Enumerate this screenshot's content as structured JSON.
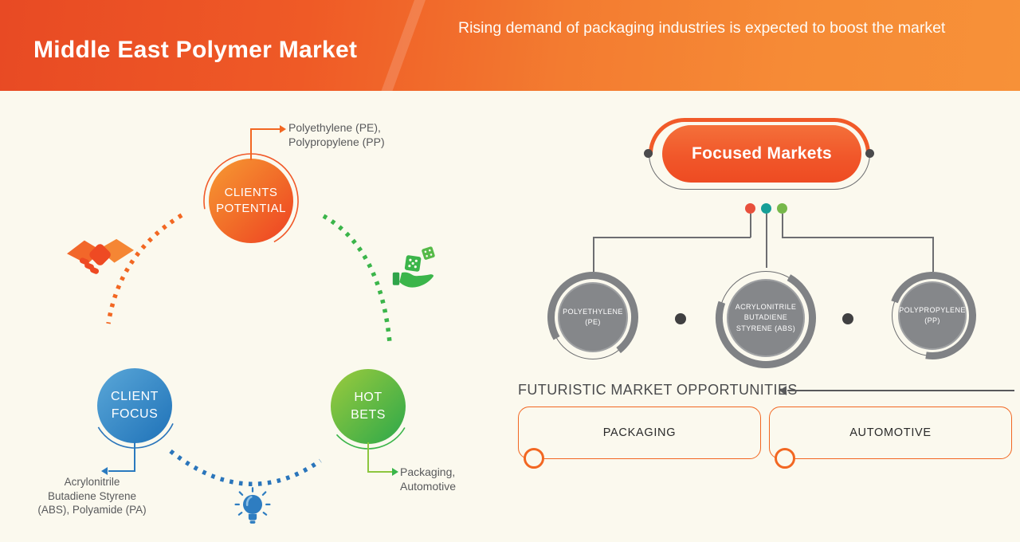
{
  "header": {
    "title": "Middle East Polymer Market",
    "subtitle": "Rising demand of packaging industries is expected to boost the market"
  },
  "left_diagram": {
    "clients_potential": {
      "label": "CLIENTS\nPOTENTIAL",
      "callout": "Polyethylene (PE),\nPolypropylene (PP)"
    },
    "client_focus": {
      "label": "CLIENT\nFOCUS",
      "callout": "Acrylonitrile\nButadiene Styrene\n(ABS), Polyamide (PA)"
    },
    "hot_bets": {
      "label": "HOT\nBETS",
      "callout": "Packaging,\nAutomotive"
    },
    "icons": {
      "handshake_icon": "handshake",
      "dice_hand_icon": "hand-holding-dice",
      "lightbulb_icon": "lightbulb"
    }
  },
  "focused_markets": {
    "title": "Focused Markets",
    "dot_colors": [
      "#e8503c",
      "#169f97",
      "#76b84a"
    ],
    "nodes": [
      {
        "label": "POLYETHYLENE\n(PE)"
      },
      {
        "label": "ACRYLONITRILE\nBUTADIENE\nSTYRENE (ABS)"
      },
      {
        "label": "POLYPROPYLENE\n(PP)"
      }
    ]
  },
  "opportunities": {
    "heading": "FUTURISTIC MARKET OPPORTUNITIES",
    "items": [
      {
        "label": "PACKAGING"
      },
      {
        "label": "AUTOMOTIVE"
      }
    ]
  },
  "colors": {
    "background": "#fbf9ee",
    "header_gradient_start": "#e84a24",
    "header_gradient_end": "#f79138",
    "orange_accent": "#f15a29",
    "blue_accent": "#2a75bb",
    "green_accent": "#3bb54a",
    "node_gray": "#85878a",
    "text_gray": "#58595b"
  }
}
